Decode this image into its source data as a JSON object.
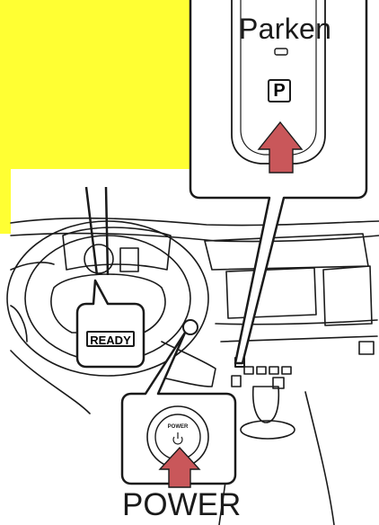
{
  "labels": {
    "parken": "Parken",
    "park_button": "P",
    "ready_indicator": "READY",
    "power_button_text": "POWER",
    "power": "POWER"
  },
  "colors": {
    "highlight": "#FFFF33",
    "arrow": "#C9575A",
    "line": "#1A1A1A"
  },
  "icons": [
    "press-arrow-icon",
    "power-symbol-icon",
    "park-indicator-icon"
  ]
}
